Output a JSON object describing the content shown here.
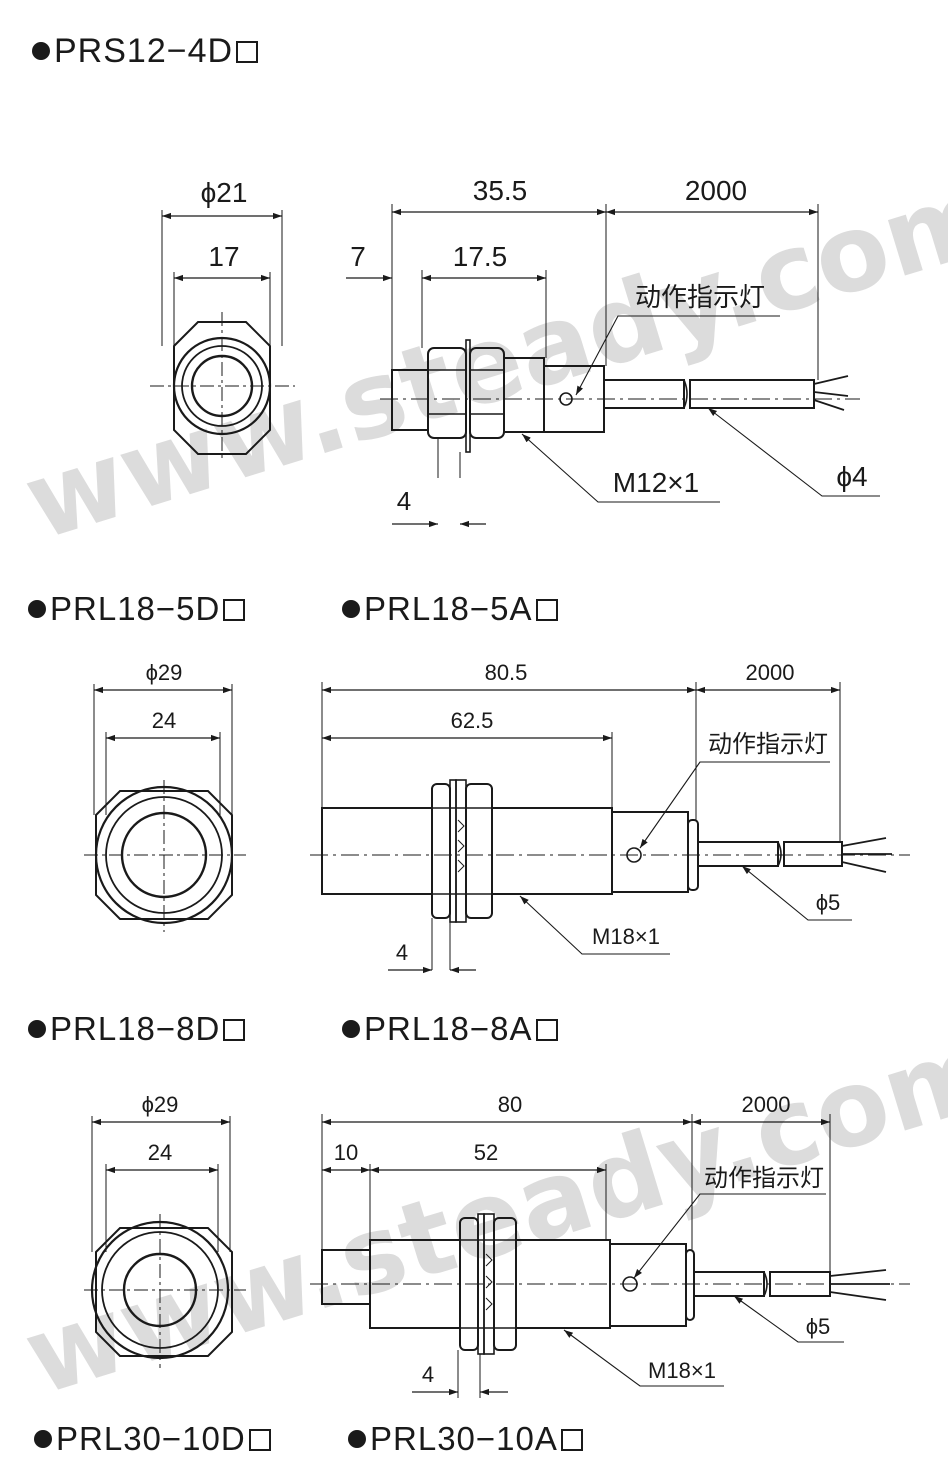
{
  "titles": {
    "t1": "PRS12−4D",
    "t2a": "PRL18−5D",
    "t2b": "PRL18−5A",
    "t3a": "PRL18−8D",
    "t3b": "PRL18−8A",
    "t4a": "PRL30−10D",
    "t4b": "PRL30−10A"
  },
  "watermark": "www.steady.com",
  "d1": {
    "dia": "ϕ21",
    "hex": "17",
    "len": "35.5",
    "cable": "2000",
    "nose": "7",
    "thread": "17.5",
    "led": "动作指示灯",
    "m": "M12×1",
    "cd": "ϕ4",
    "nut": "4"
  },
  "d2": {
    "dia": "ϕ29",
    "hex": "24",
    "len": "80.5",
    "cable": "2000",
    "thread": "62.5",
    "led": "动作指示灯",
    "m": "M18×1",
    "cd": "ϕ5",
    "nut": "4"
  },
  "d3": {
    "dia": "ϕ29",
    "hex": "24",
    "len": "80",
    "cable": "2000",
    "nose": "10",
    "thread": "52",
    "led": "动作指示灯",
    "m": "M18×1",
    "cd": "ϕ5",
    "nut": "4"
  }
}
